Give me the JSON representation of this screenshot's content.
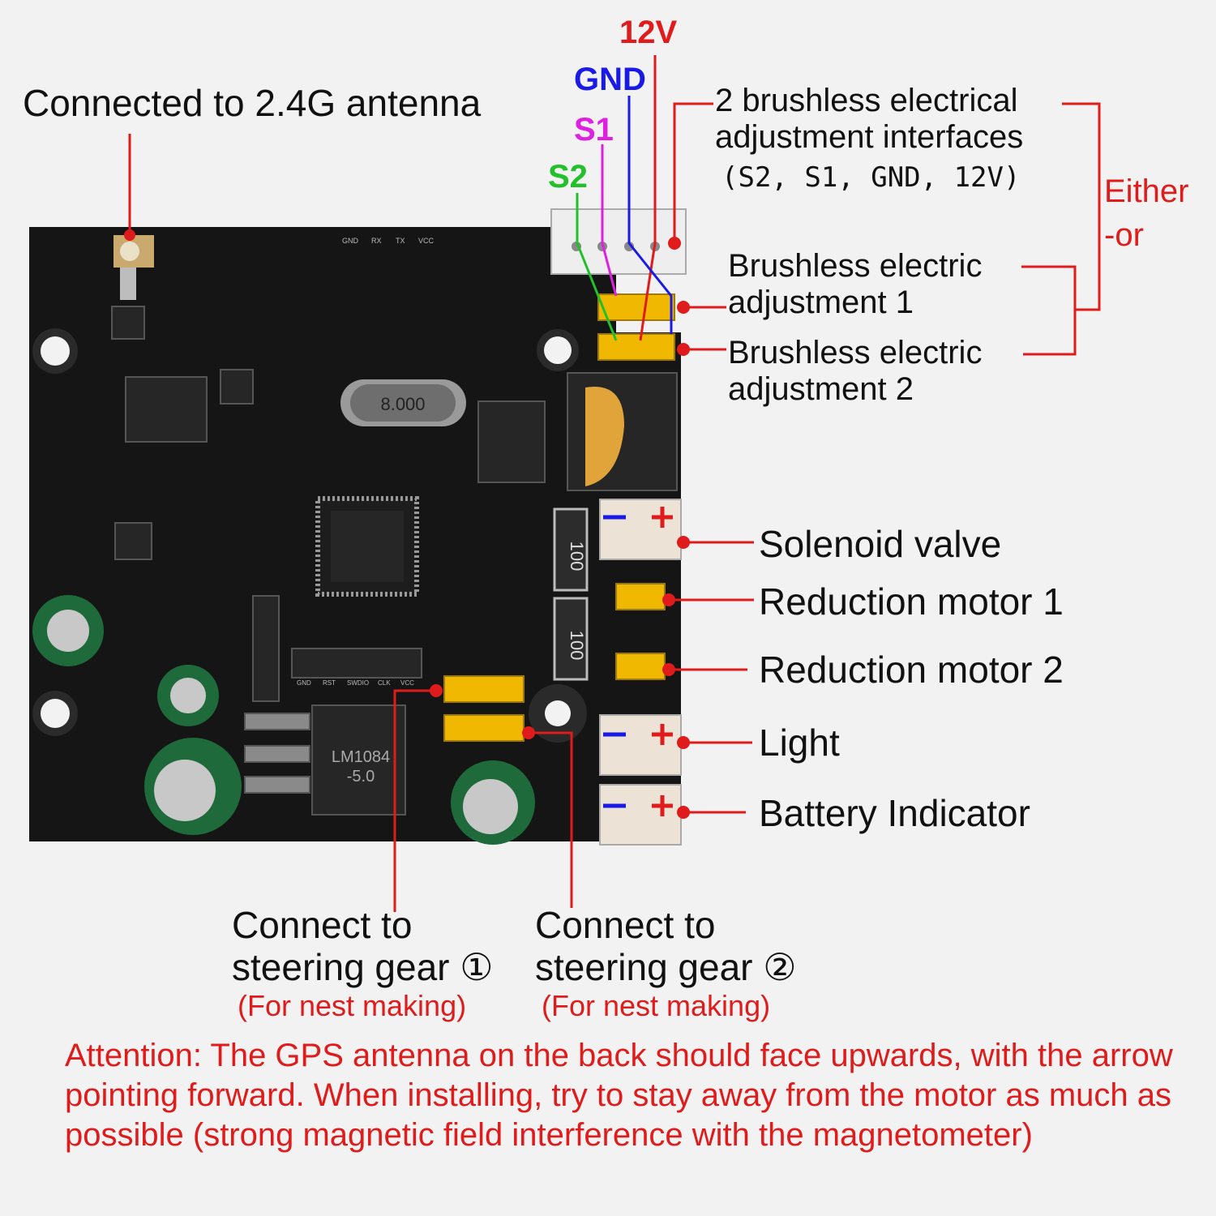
{
  "labels": {
    "antenna": "Connected to 2.4G antenna",
    "wire_12v": "12V",
    "wire_gnd": "GND",
    "wire_s1": "S1",
    "wire_s2": "S2",
    "esc_interfaces_line1": "2 brushless electrical",
    "esc_interfaces_line2": "adjustment interfaces",
    "esc_interfaces_line3": "(S2, S1, GND, 12V)",
    "either_line1": "Either",
    "either_line2": "-or",
    "esc1_line1": "Brushless electric",
    "esc1_line2": "adjustment 1",
    "esc2_line1": "Brushless electric",
    "esc2_line2": "adjustment 2",
    "solenoid": "Solenoid valve",
    "motor1": "Reduction motor 1",
    "motor2": "Reduction motor 2",
    "light": "Light",
    "battery": "Battery Indicator",
    "servo1_line1": "Connect to",
    "servo1_line2": "steering gear ①",
    "servo1_note": "(For nest making)",
    "servo2_line1": "Connect to",
    "servo2_line2": "steering gear ②",
    "servo2_note": "(For nest making)"
  },
  "attention": "Attention: The GPS antenna on the back should face upwards, with the arrow pointing forward. When installing, try to stay away from the motor as much as possible (strong magnetic field interference with the magnetometer)",
  "board_markings": {
    "crystal": "8.000",
    "resistor1": "100",
    "resistor2": "100",
    "regulator": "LM1084",
    "regulator_sub": "-5.0",
    "pin_header_labels": [
      "GND",
      "RST",
      "SWDIO",
      "CLK",
      "VCC"
    ],
    "top_header_labels": [
      "GND",
      "RX",
      "TX",
      "VCC"
    ]
  },
  "colors": {
    "pcb": "#151515",
    "annotation": "#e01b1b",
    "wire_12v": "#e01b1b",
    "wire_gnd": "#1a1ae6",
    "wire_s1": "#e020e0",
    "wire_s2": "#22c02a",
    "header_yellow": "#f0b800",
    "connector_white": "#eeeeee"
  }
}
